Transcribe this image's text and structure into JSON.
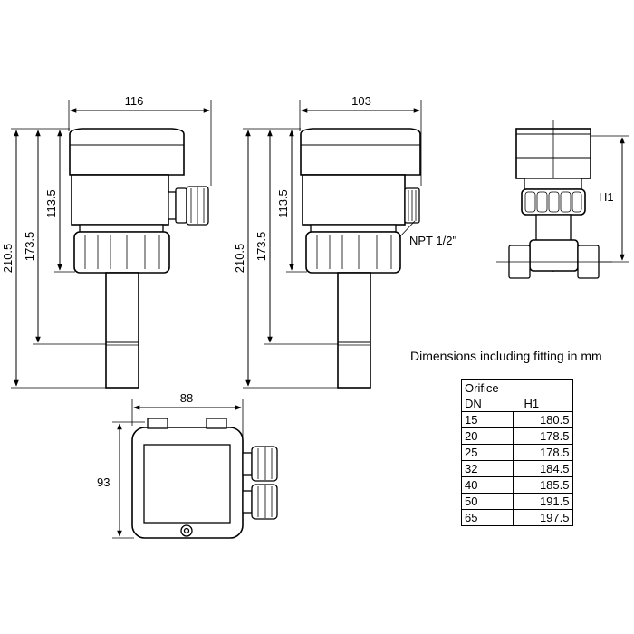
{
  "drawing": {
    "view_a": {
      "width": "116",
      "h_total": "210.5",
      "h_mid": "173.5",
      "h_head": "113.5"
    },
    "view_b": {
      "width": "103",
      "h_total": "210.5",
      "h_mid": "173.5",
      "h_head": "113.5",
      "thread": "NPT 1/2\""
    },
    "view_c": {
      "h1": "H1"
    },
    "view_d": {
      "width": "88",
      "height": "93"
    }
  },
  "table": {
    "caption": "Dimensions including fitting in mm",
    "title": "Orifice",
    "headers": [
      "DN",
      "H1"
    ],
    "rows": [
      {
        "dn": "15",
        "h1": "180.5"
      },
      {
        "dn": "20",
        "h1": "178.5"
      },
      {
        "dn": "25",
        "h1": "178.5"
      },
      {
        "dn": "32",
        "h1": "184.5"
      },
      {
        "dn": "40",
        "h1": "185.5"
      },
      {
        "dn": "50",
        "h1": "191.5"
      },
      {
        "dn": "65",
        "h1": "197.5"
      }
    ]
  }
}
